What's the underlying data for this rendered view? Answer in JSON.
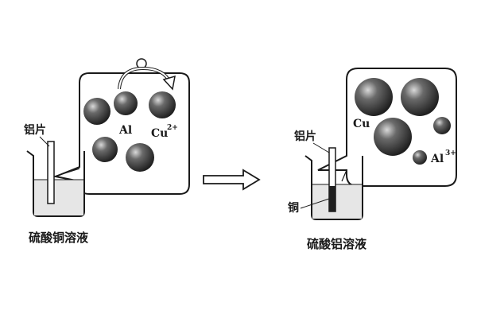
{
  "left_panel": {
    "strip_label": "铝片",
    "solution_label": "硫酸铜溶液",
    "ions": [
      {
        "symbol": "Al",
        "charge": ""
      },
      {
        "symbol": "Cu",
        "charge": "2+"
      }
    ]
  },
  "right_panel": {
    "strip_label": "铝片",
    "deposit_label": "铜",
    "solution_label": "硫酸铝溶液",
    "ions": [
      {
        "symbol": "Cu",
        "charge": ""
      },
      {
        "symbol": "Al",
        "charge": "3+"
      }
    ]
  },
  "colors": {
    "ink": "#1a1a1a",
    "ball_dark": "#1f1f1f",
    "ball_highlight": "#d9d9d9",
    "liquid": "#e6e6e6"
  }
}
